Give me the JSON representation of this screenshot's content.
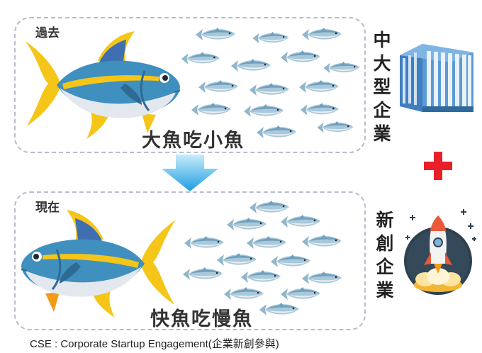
{
  "past_panel": {
    "label": "過去",
    "caption": "大魚吃小魚"
  },
  "now_panel": {
    "label": "現在",
    "caption": "快魚吃慢魚"
  },
  "side_labels": {
    "corporate": "中大型企業",
    "startup": "新創企業"
  },
  "footer": "CSE : Corporate Startup Engagement(企業新創參與)",
  "colors": {
    "panel_border": "#b9bccd",
    "arrow": "#29a8e8",
    "plus": "#e8202a",
    "fish_body": "#3f8fbf",
    "fish_belly": "#dfe5ec",
    "fish_fin": "#f5c518",
    "small_fish": "#7fb3cf",
    "building": "#3f7fbf"
  },
  "icons": [
    "tuna-fish-icon",
    "small-fish-icon",
    "down-arrow-icon",
    "building-icon",
    "plus-icon",
    "rocket-icon"
  ]
}
